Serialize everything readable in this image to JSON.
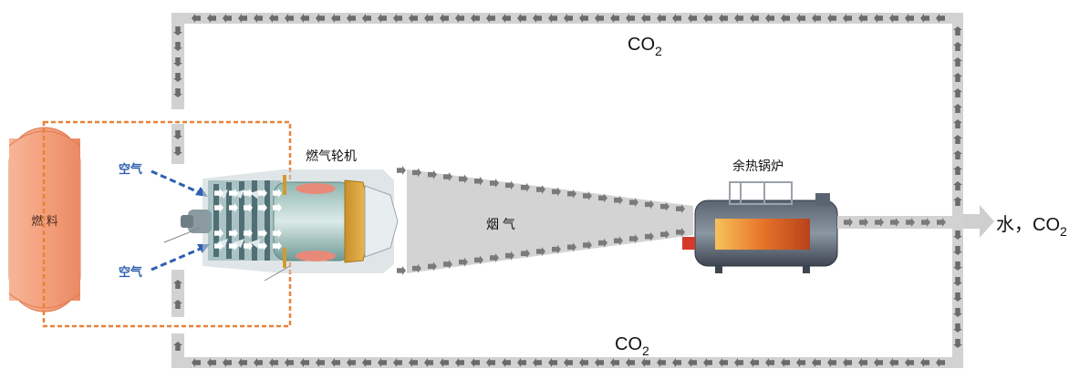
{
  "labels": {
    "fuel": "燃 料",
    "air": "空气",
    "gas_turbine": "燃气轮机",
    "flue_gas": "烟 气",
    "boiler": "余热锅炉",
    "co2_main": "CO",
    "co2_sub": "2",
    "output_main": "水，CO",
    "output_sub": "2"
  },
  "colors": {
    "loop_track": "#cfcfcf",
    "loop_arrow": "#6b6b6b",
    "fuel_fill": "#f0a080",
    "fuel_stroke": "#e07a50",
    "fuel_box": "#e8823a",
    "air_text": "#2f5fb0",
    "air_arrow": "#2f5fb0",
    "flue_fill": "#d0d0d0",
    "text": "#111111"
  }
}
